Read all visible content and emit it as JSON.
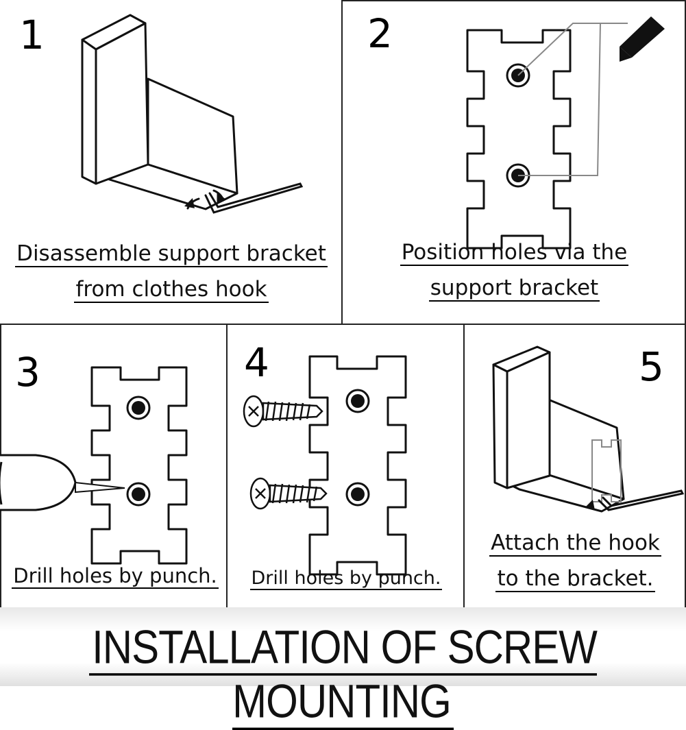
{
  "steps": [
    {
      "number": "1",
      "caption_line1": "Disassemble support bracket",
      "caption_line2": "from clothes hook"
    },
    {
      "number": "2",
      "caption_line1": "Position holes via the",
      "caption_line2": "support bracket"
    },
    {
      "number": "3",
      "caption": "Drill holes by punch."
    },
    {
      "number": "4",
      "caption": "Drill holes by punch."
    },
    {
      "number": "5",
      "caption_line1": "Attach the hook",
      "caption_line2": "to the bracket."
    }
  ],
  "banner": {
    "title": "INSTALLATION OF SCREW MOUNTING"
  },
  "icons": [
    "allen-key-icon",
    "pencil-icon",
    "drill-icon",
    "screw-icon",
    "bracket-icon",
    "hook-icon"
  ]
}
